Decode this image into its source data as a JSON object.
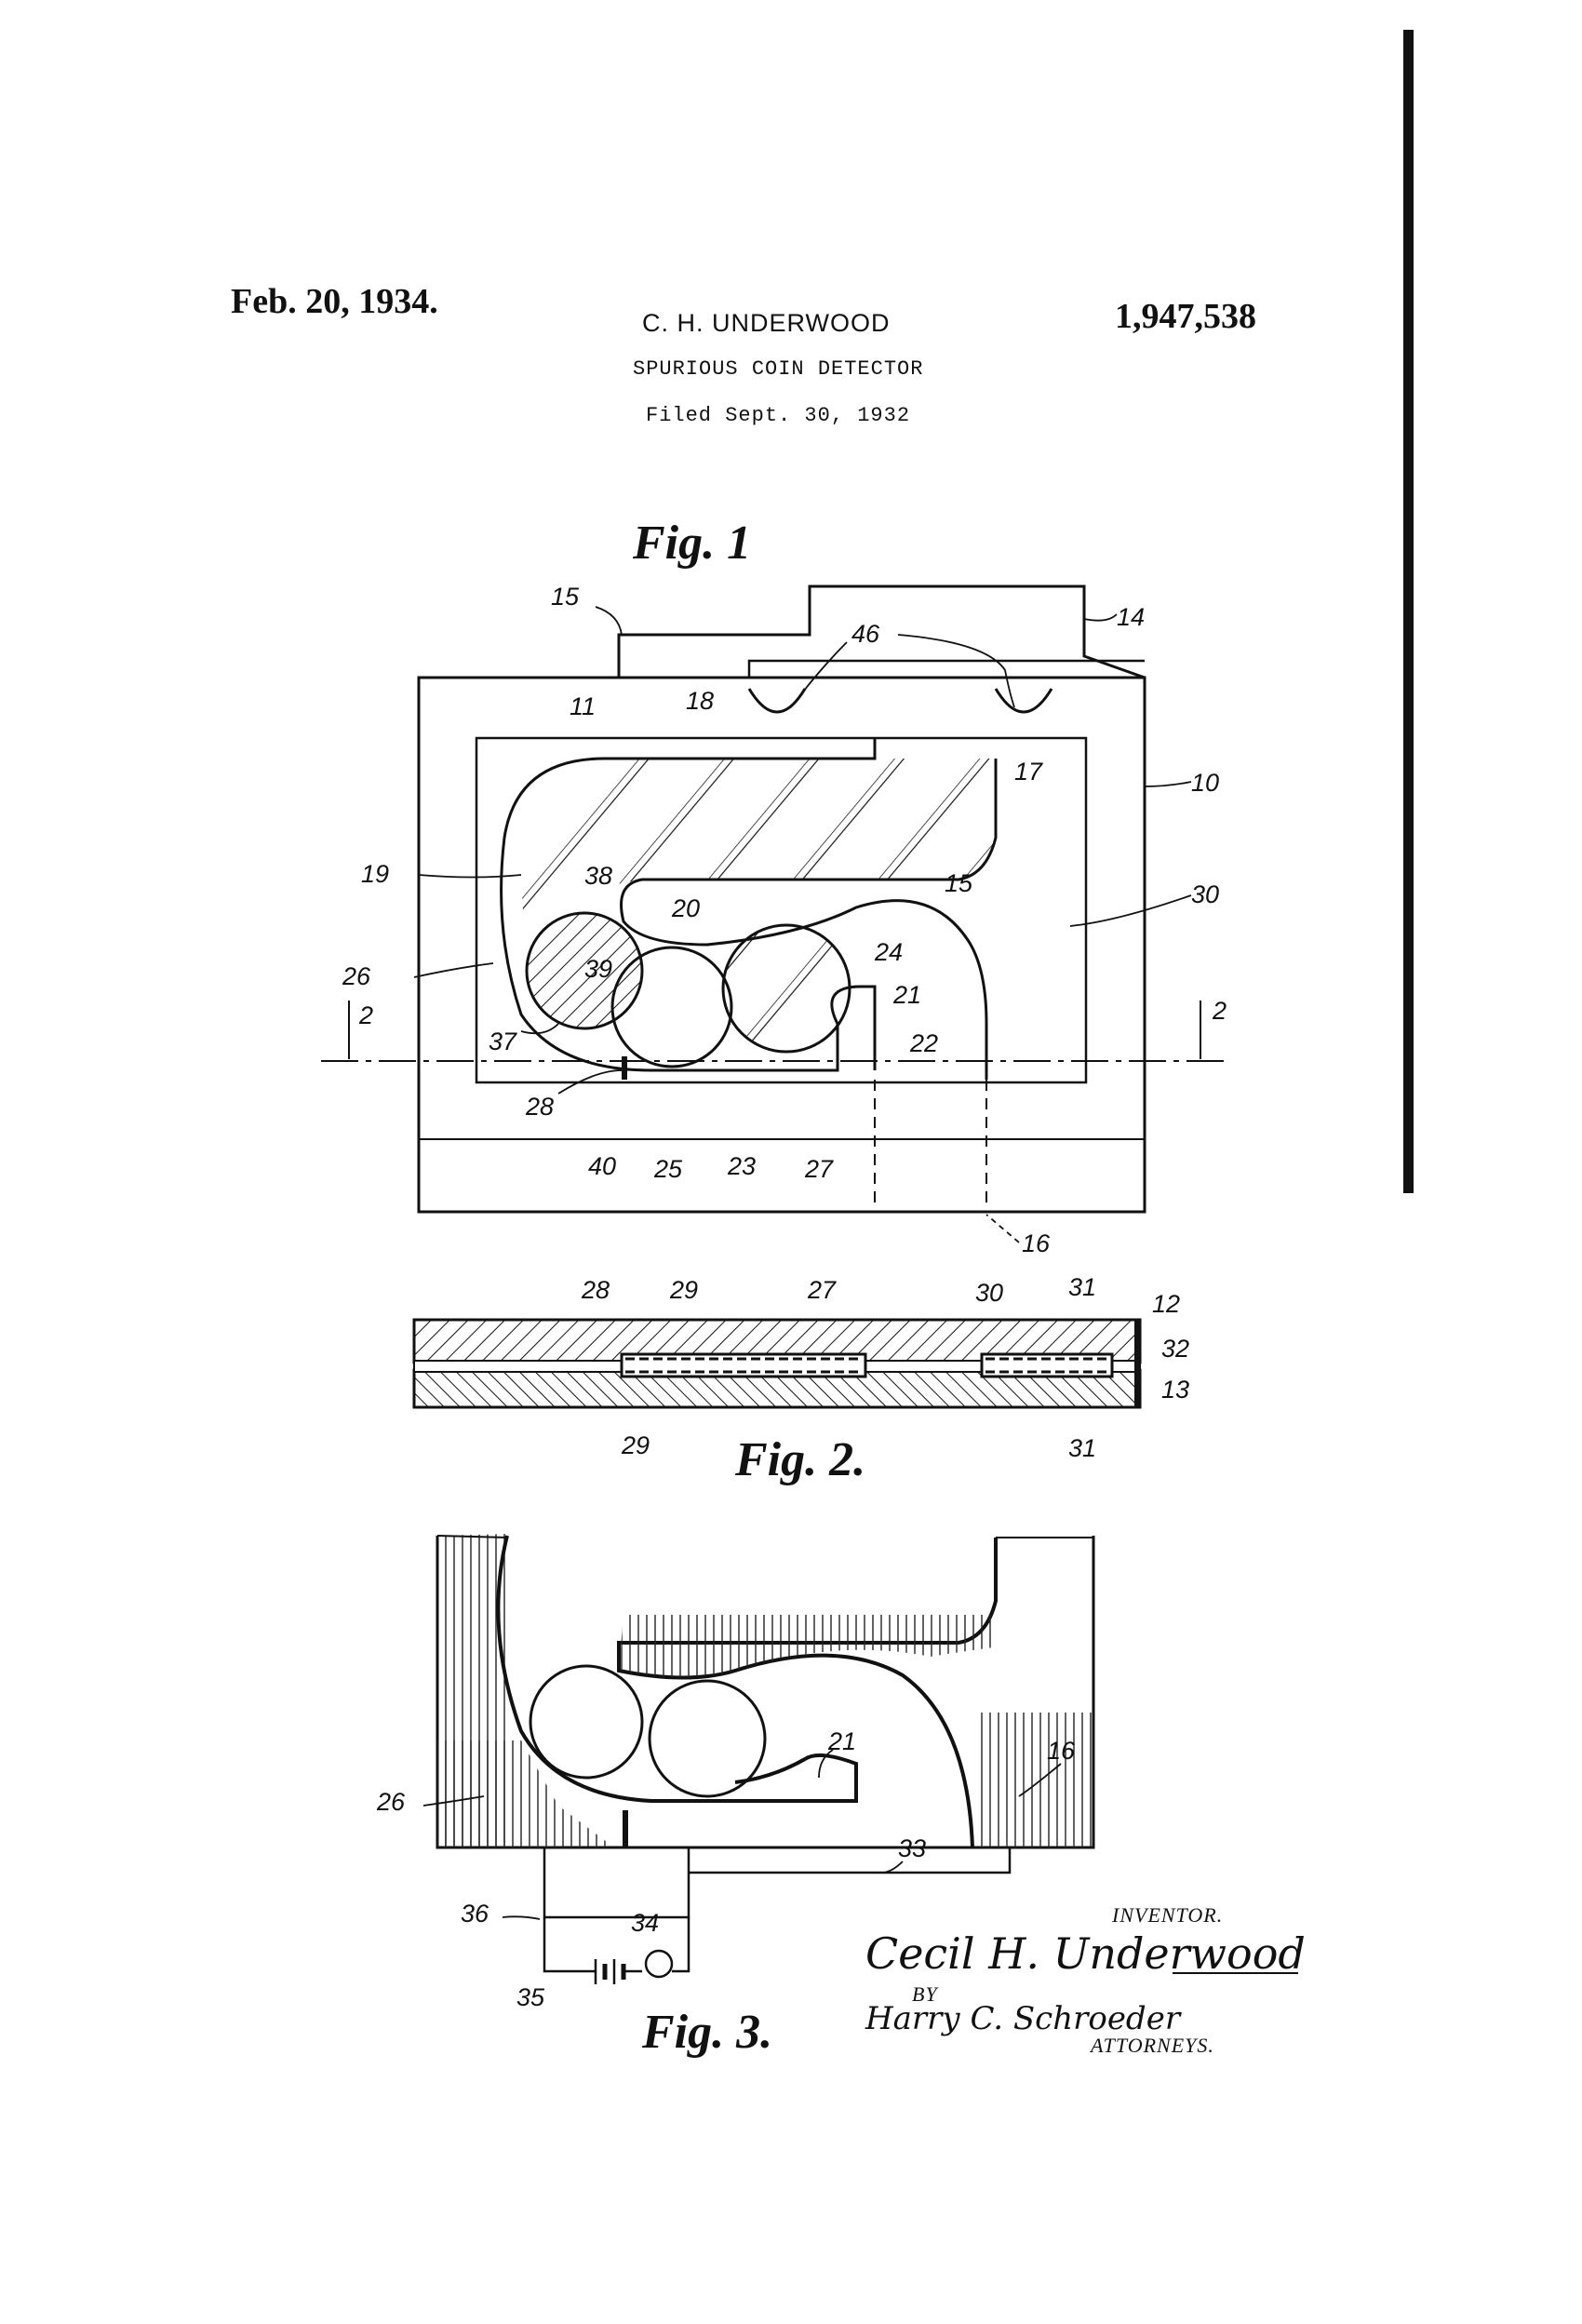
{
  "header": {
    "date": "Feb. 20, 1934.",
    "inventor_name": "C. H. UNDERWOOD",
    "patent_number": "1,947,538",
    "title": "SPURIOUS COIN DETECTOR",
    "filed": "Filed Sept. 30, 1932"
  },
  "figures": {
    "fig1": {
      "label": "Fig. 1",
      "refs": [
        "15",
        "14",
        "46",
        "11",
        "18",
        "17",
        "10",
        "19",
        "38",
        "15",
        "30",
        "20",
        "24",
        "26",
        "39",
        "21",
        "2",
        "2",
        "37",
        "22",
        "28",
        "40",
        "25",
        "23",
        "27",
        "16"
      ]
    },
    "fig2": {
      "label": "Fig. 2.",
      "refs": [
        "28",
        "29",
        "27",
        "30",
        "31",
        "12",
        "32",
        "13",
        "29",
        "31"
      ]
    },
    "fig3": {
      "label": "Fig. 3.",
      "refs": [
        "21",
        "16",
        "26",
        "33",
        "36",
        "34",
        "35"
      ]
    }
  },
  "signature_block": {
    "inventor_caption": "INVENTOR.",
    "inventor_signature": "Cecil H. Underwood",
    "by": "BY",
    "attorney_signature": "Harry C. Schroeder",
    "attorneys_caption": "ATTORNEYS."
  }
}
